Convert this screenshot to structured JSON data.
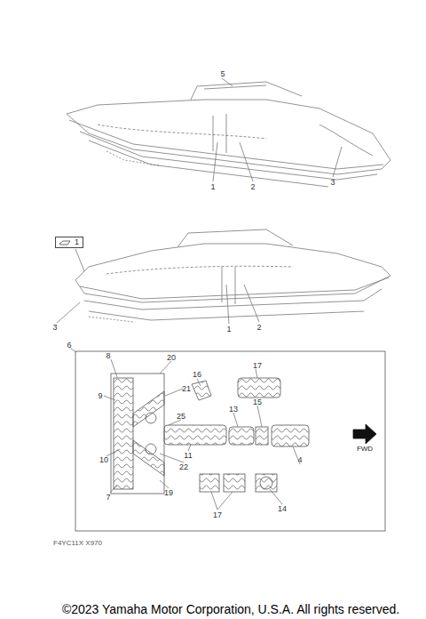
{
  "diagram": {
    "nodes": [
      {
        "text": [
          "1"
        ]
      }
    ],
    "labels": [
      "5",
      "1",
      "2",
      "3",
      "3",
      "1",
      "2",
      "6",
      "8",
      "20",
      "21",
      "16",
      "17",
      "9",
      "25",
      "13",
      "15",
      "11",
      "22",
      "10",
      "7",
      "19",
      "17",
      "14",
      "4",
      "FWD",
      "F4YC11X X970",
      "©2023 Yamaha Motor Corporation, U.S.A. All rights reserved."
    ]
  }
}
